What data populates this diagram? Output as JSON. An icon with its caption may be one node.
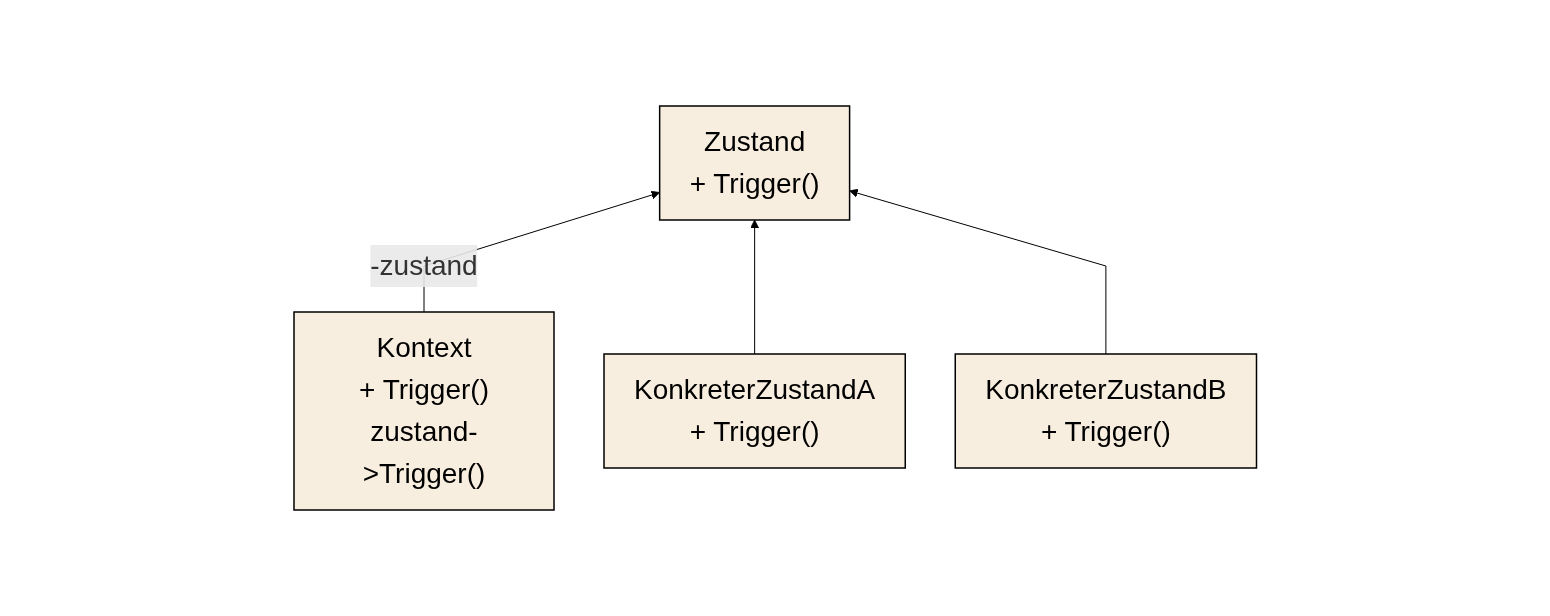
{
  "diagram": {
    "nodes": [
      {
        "text": [
          "Kontext",
          "+ Trigger()",
          "zustand->Trigger()"
        ]
      },
      {
        "text": [
          "Zustand",
          "+ Trigger()"
        ]
      },
      {
        "text": [
          "KonkreterZustandA",
          "+ Trigger()"
        ]
      },
      {
        "text": [
          "KonkreterZustandB",
          "+ Trigger()"
        ]
      }
    ],
    "edges": [
      {
        "from": 0,
        "to": 1,
        "arrow": "to",
        "label": "-zustand"
      },
      {
        "from": 2,
        "to": 1,
        "arrow": "to"
      },
      {
        "from": 3,
        "to": 1,
        "arrow": "to"
      }
    ]
  }
}
